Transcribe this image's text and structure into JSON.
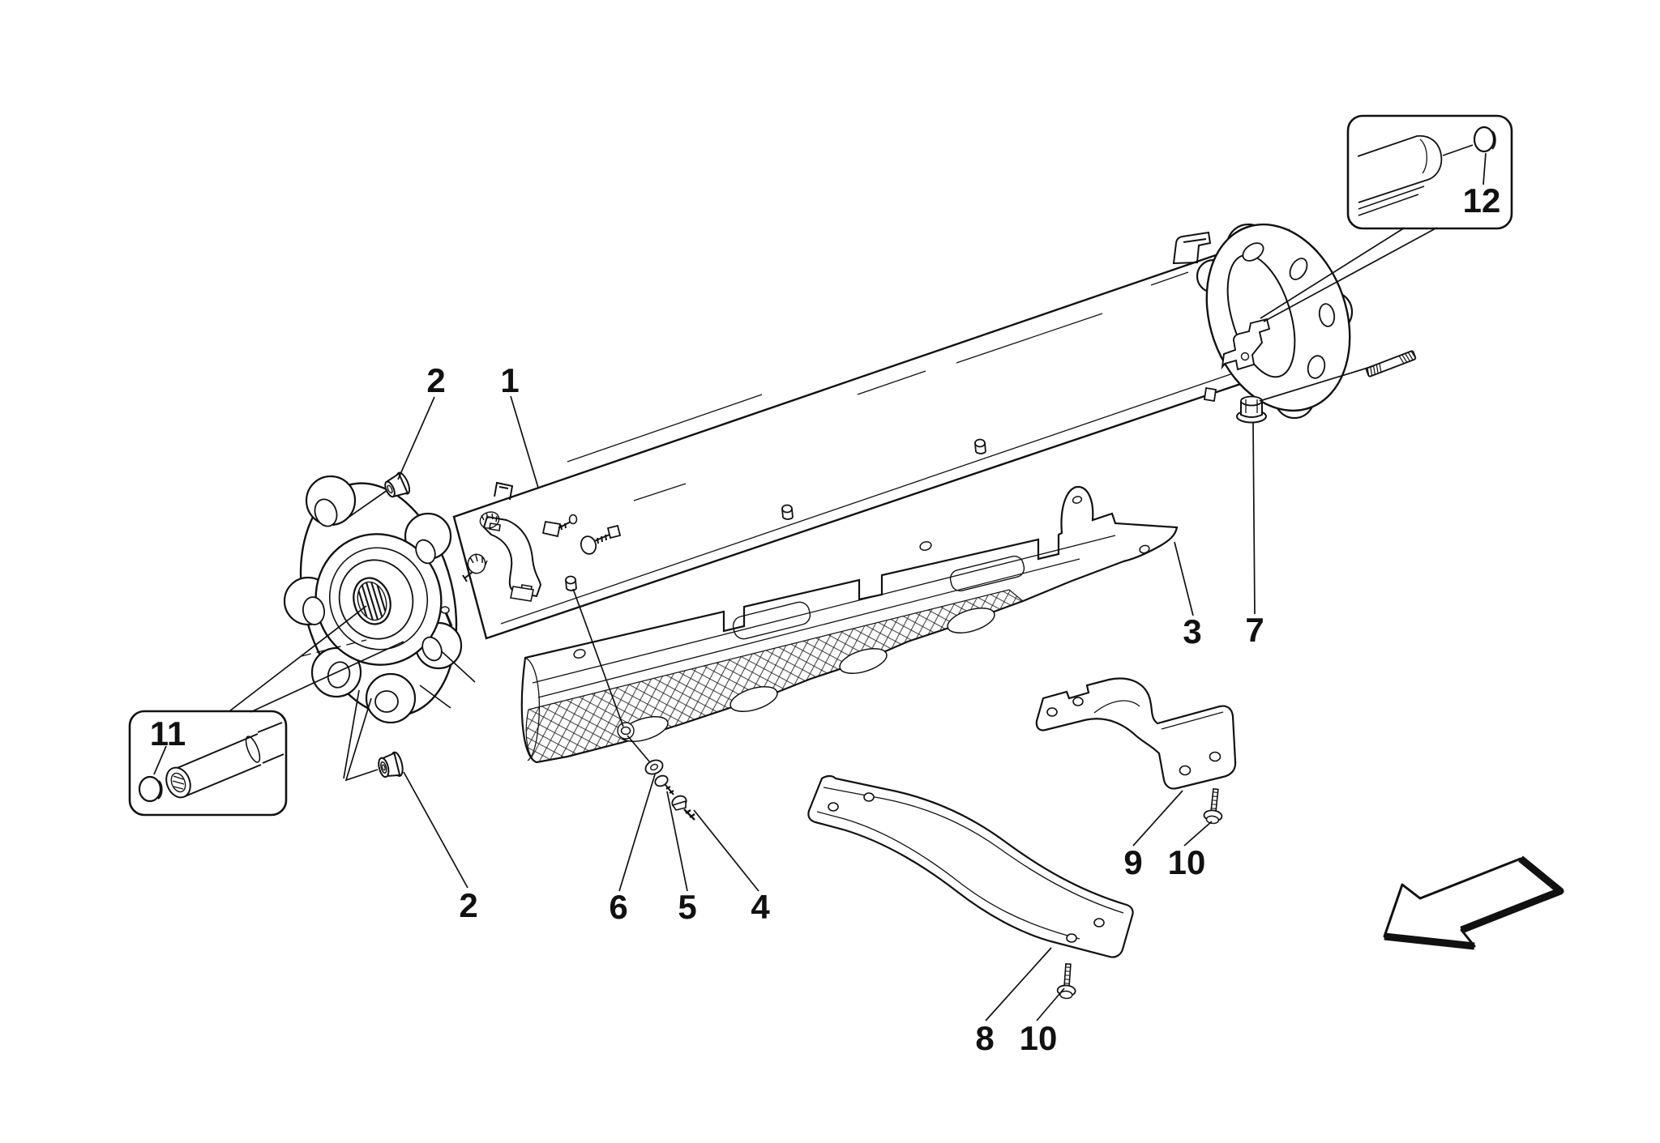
{
  "diagram": {
    "kind": "exploded-parts-technical-drawing",
    "subject": "drive shaft transmission tube with heat shield and fasteners",
    "background_color": "#ffffff",
    "line_color": "#111111",
    "callouts": {
      "c1": "1",
      "c2a": "2",
      "c2b": "2",
      "c3": "3",
      "c4": "4",
      "c5": "5",
      "c6": "6",
      "c7": "7",
      "c8": "8",
      "c9": "9",
      "c10a": "10",
      "c10b": "10",
      "c11": "11",
      "c12": "12"
    },
    "insets": [
      {
        "id": "11",
        "content": "splined shaft end with plug cap"
      },
      {
        "id": "12",
        "content": "tube end with plug cap"
      }
    ],
    "direction_arrow": "front-of-car-lower-left"
  }
}
